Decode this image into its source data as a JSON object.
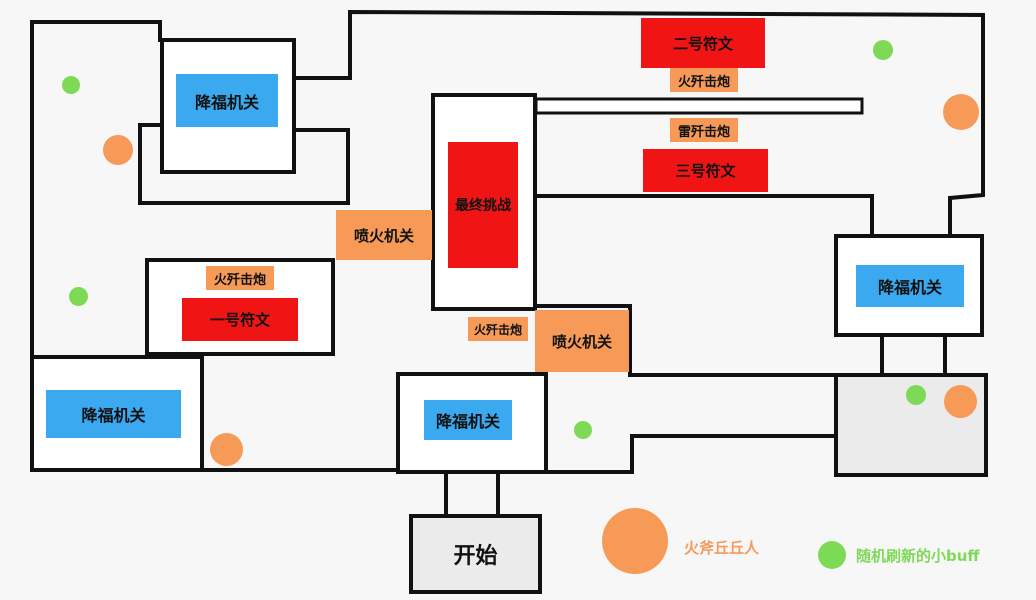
{
  "colors": {
    "blue_zone": "#3aa9ef",
    "red_zone": "#f01414",
    "orange_zone": "#f79a58",
    "buff_dot": "#7ed957",
    "enemy_dot": "#f79a58",
    "wall": "#111111"
  },
  "labels": {
    "trap_top_left": "降福机关",
    "trap_right": "降福机关",
    "trap_left": "降福机关",
    "trap_center": "降福机关",
    "rune_2": "二号符文",
    "rune_3": "三号符文",
    "rune_1": "一号符文",
    "final_challenge": "最终挑战",
    "cannon_fire_top": "火歼击炮",
    "cannon_thunder": "雷歼击炮",
    "cannon_fire_left": "火歼击炮",
    "cannon_fire_mid": "火歼击炮",
    "flame_trap_1": "喷火机关",
    "flame_trap_2": "喷火机关",
    "start": "开始"
  },
  "legend": {
    "enemy_label": "火斧丘丘人",
    "buff_label": "随机刷新的小buff"
  }
}
